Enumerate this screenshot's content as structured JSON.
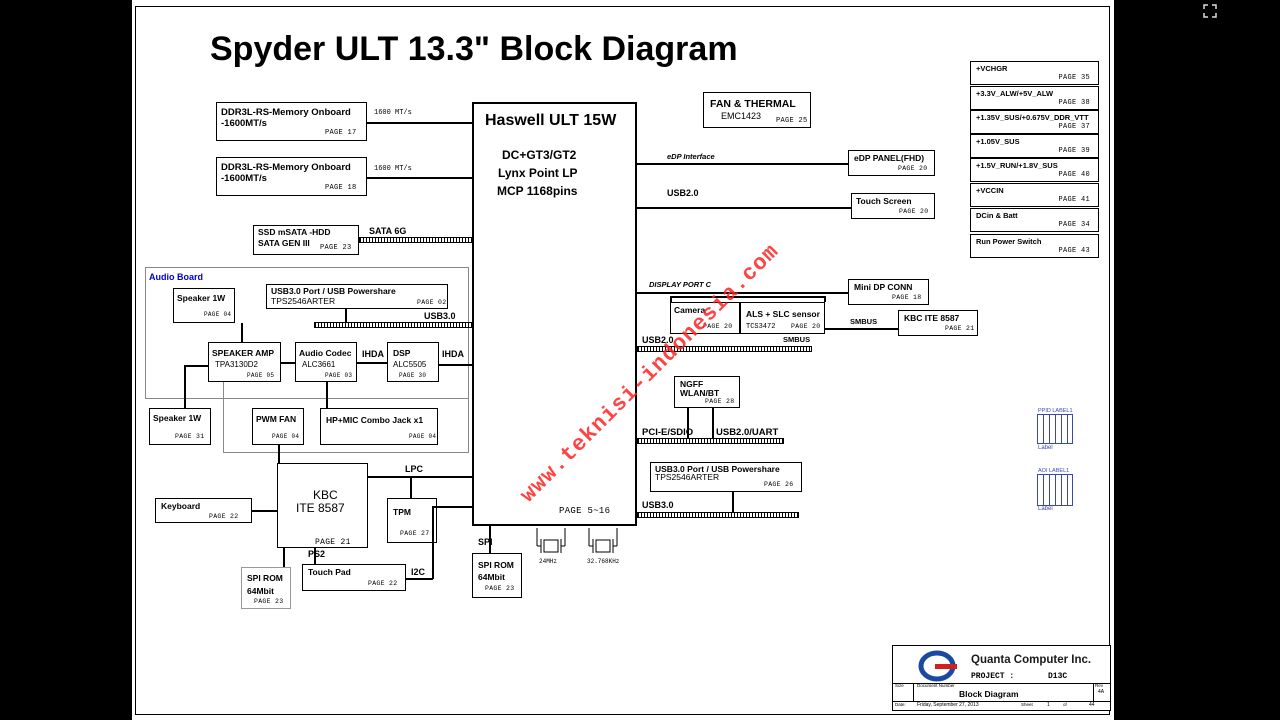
{
  "title": "Spyder ULT 13.3\" Block Diagram",
  "cpu": {
    "title": "Haswell ULT 15W",
    "line1": "DC+GT3/GT2",
    "line2": "Lynx Point LP",
    "line3": "MCP 1168pins",
    "page": "PAGE 5~16"
  },
  "mem1": {
    "title": "DDR3L-RS-Memory Onboard",
    "sub": "-1600MT/s",
    "page": "PAGE 17",
    "speed": "1600 MT/s"
  },
  "mem2": {
    "title": "DDR3L-RS-Memory Onboard",
    "sub": "-1600MT/s",
    "page": "PAGE 18",
    "speed": "1600 MT/s"
  },
  "fan": {
    "title": "FAN & THERMAL",
    "sub": "EMC1423",
    "page": "PAGE 25"
  },
  "ssd": {
    "title": "SSD mSATA -HDD",
    "sub": "SATA GEN III",
    "page": "PAGE 23",
    "bus": "SATA 6G"
  },
  "audio_board": {
    "label": "Audio Board"
  },
  "usb3_port_top": {
    "title": "USB3.0 Port / USB Powershare",
    "sub": "TPS2546ARTER",
    "page": "PAGE 02",
    "bus": "USB3.0"
  },
  "speaker1": {
    "title": "Speaker 1W",
    "page": "PAGE 04"
  },
  "speaker_amp": {
    "title": "SPEAKER AMP",
    "sub": "TPA3130D2",
    "page": "PAGE 05"
  },
  "audio_codec": {
    "title": "Audio Codec",
    "sub": "ALC3661",
    "page": "PAGE 03"
  },
  "dsp": {
    "title": "DSP",
    "sub": "ALC5505",
    "page": "PAGE 30"
  },
  "ihda1": "IHDA",
  "ihda2": "IHDA",
  "speaker2": {
    "title": "Speaker 1W",
    "page": "PAGE 31"
  },
  "pwm_fan": {
    "title": "PWM FAN",
    "page": "PAGE 04"
  },
  "combo_jack": {
    "title": "HP+MIC Combo Jack x1",
    "page": "PAGE 04"
  },
  "kbc": {
    "title": "KBC",
    "sub": "ITE 8587",
    "page": "PAGE 21"
  },
  "lpc": "LPC",
  "tpm": {
    "title": "TPM",
    "page": "PAGE 27"
  },
  "keyboard": {
    "title": "Keyboard",
    "page": "PAGE 22"
  },
  "spi_rom_left": {
    "title": "SPI ROM",
    "sub": "64Mbit",
    "page": "PAGE 23"
  },
  "ps2": "PS2",
  "touchpad": {
    "title": "Touch Pad",
    "page": "PAGE 22"
  },
  "i2c": "I2C",
  "spi": "SPI",
  "spi_rom_center": {
    "title": "SPI ROM",
    "sub": "64Mbit",
    "page": "PAGE 23"
  },
  "crystal1": "24MHz",
  "crystal2": "32.768KHz",
  "edp_label": "eDP Interface",
  "edp": {
    "title": "eDP PANEL(FHD)",
    "page": "PAGE 20"
  },
  "usb20_label": "USB2.0",
  "touchscreen": {
    "title": "Touch Screen",
    "page": "PAGE 20"
  },
  "dp_label": "DISPLAY PORT C",
  "minidp": {
    "title": "Mini DP CONN",
    "page": "PAGE 18"
  },
  "camera": {
    "title": "Camera",
    "page": "PAGE 20"
  },
  "als": {
    "title": "ALS + SLC sensor",
    "sub": "TCS3472",
    "page": "PAGE 20"
  },
  "smbus1": "SMBUS",
  "smbus2": "SMBUS",
  "usb20_label2": "USB2.0",
  "kbc_right": {
    "title": "KBC ITE 8587",
    "page": "PAGE 21"
  },
  "ngff": {
    "title": "NGFF",
    "sub": "WLAN/BT",
    "page": "PAGE 28"
  },
  "pcie_label": "PCI-E/SDIO",
  "usb_uart_label": "USB2.0/UART",
  "usb3_port_bottom": {
    "title": "USB3.0 Port / USB Powershare",
    "sub": "TPS2546ARTER",
    "page": "PAGE 26",
    "bus": "USB3.0"
  },
  "power": [
    {
      "name": "+VCHGR",
      "page": "PAGE 35"
    },
    {
      "name": "+3.3V_ALW/+5V_ALW",
      "page": "PAGE 38"
    },
    {
      "name": "+1.35V_SUS/+0.675V_DDR_VTT",
      "page": "PAGE 37"
    },
    {
      "name": "+1.05V_SUS",
      "page": "PAGE 39"
    },
    {
      "name": "+1.5V_RUN/+1.8V_SUS",
      "page": "PAGE 40"
    },
    {
      "name": "+VCCIN",
      "page": "PAGE 41"
    },
    {
      "name": "DCin & Batt",
      "page": "PAGE 34"
    },
    {
      "name": "Run Power Switch",
      "page": "PAGE 43"
    }
  ],
  "ppid_label": "PPID LABEL1",
  "ppid_sub": "Label",
  "aoi_label": "AOI LABEL1",
  "aoi_sub": "Label",
  "watermark": "www.teknisi-indonesia.com",
  "titleblock": {
    "company": "Quanta Computer Inc.",
    "project_label": "PROJECT :",
    "project": "D13C",
    "size_label": "Size",
    "docnum_label": "Document Number",
    "doc_title": "Block Diagram",
    "rev_label": "Rev",
    "rev": "4A",
    "date_label": "Date:",
    "date": "Friday, September 27, 2013",
    "sheet_label": "Sheet",
    "sheet": "1",
    "of_label": "of",
    "total": "44"
  },
  "corner_icon": "expand-icon",
  "colors": {
    "audio_label": "#0000cc",
    "watermark": "#ff2222",
    "logo": "#1a4aa0",
    "label_blue": "#3b4aa8"
  }
}
